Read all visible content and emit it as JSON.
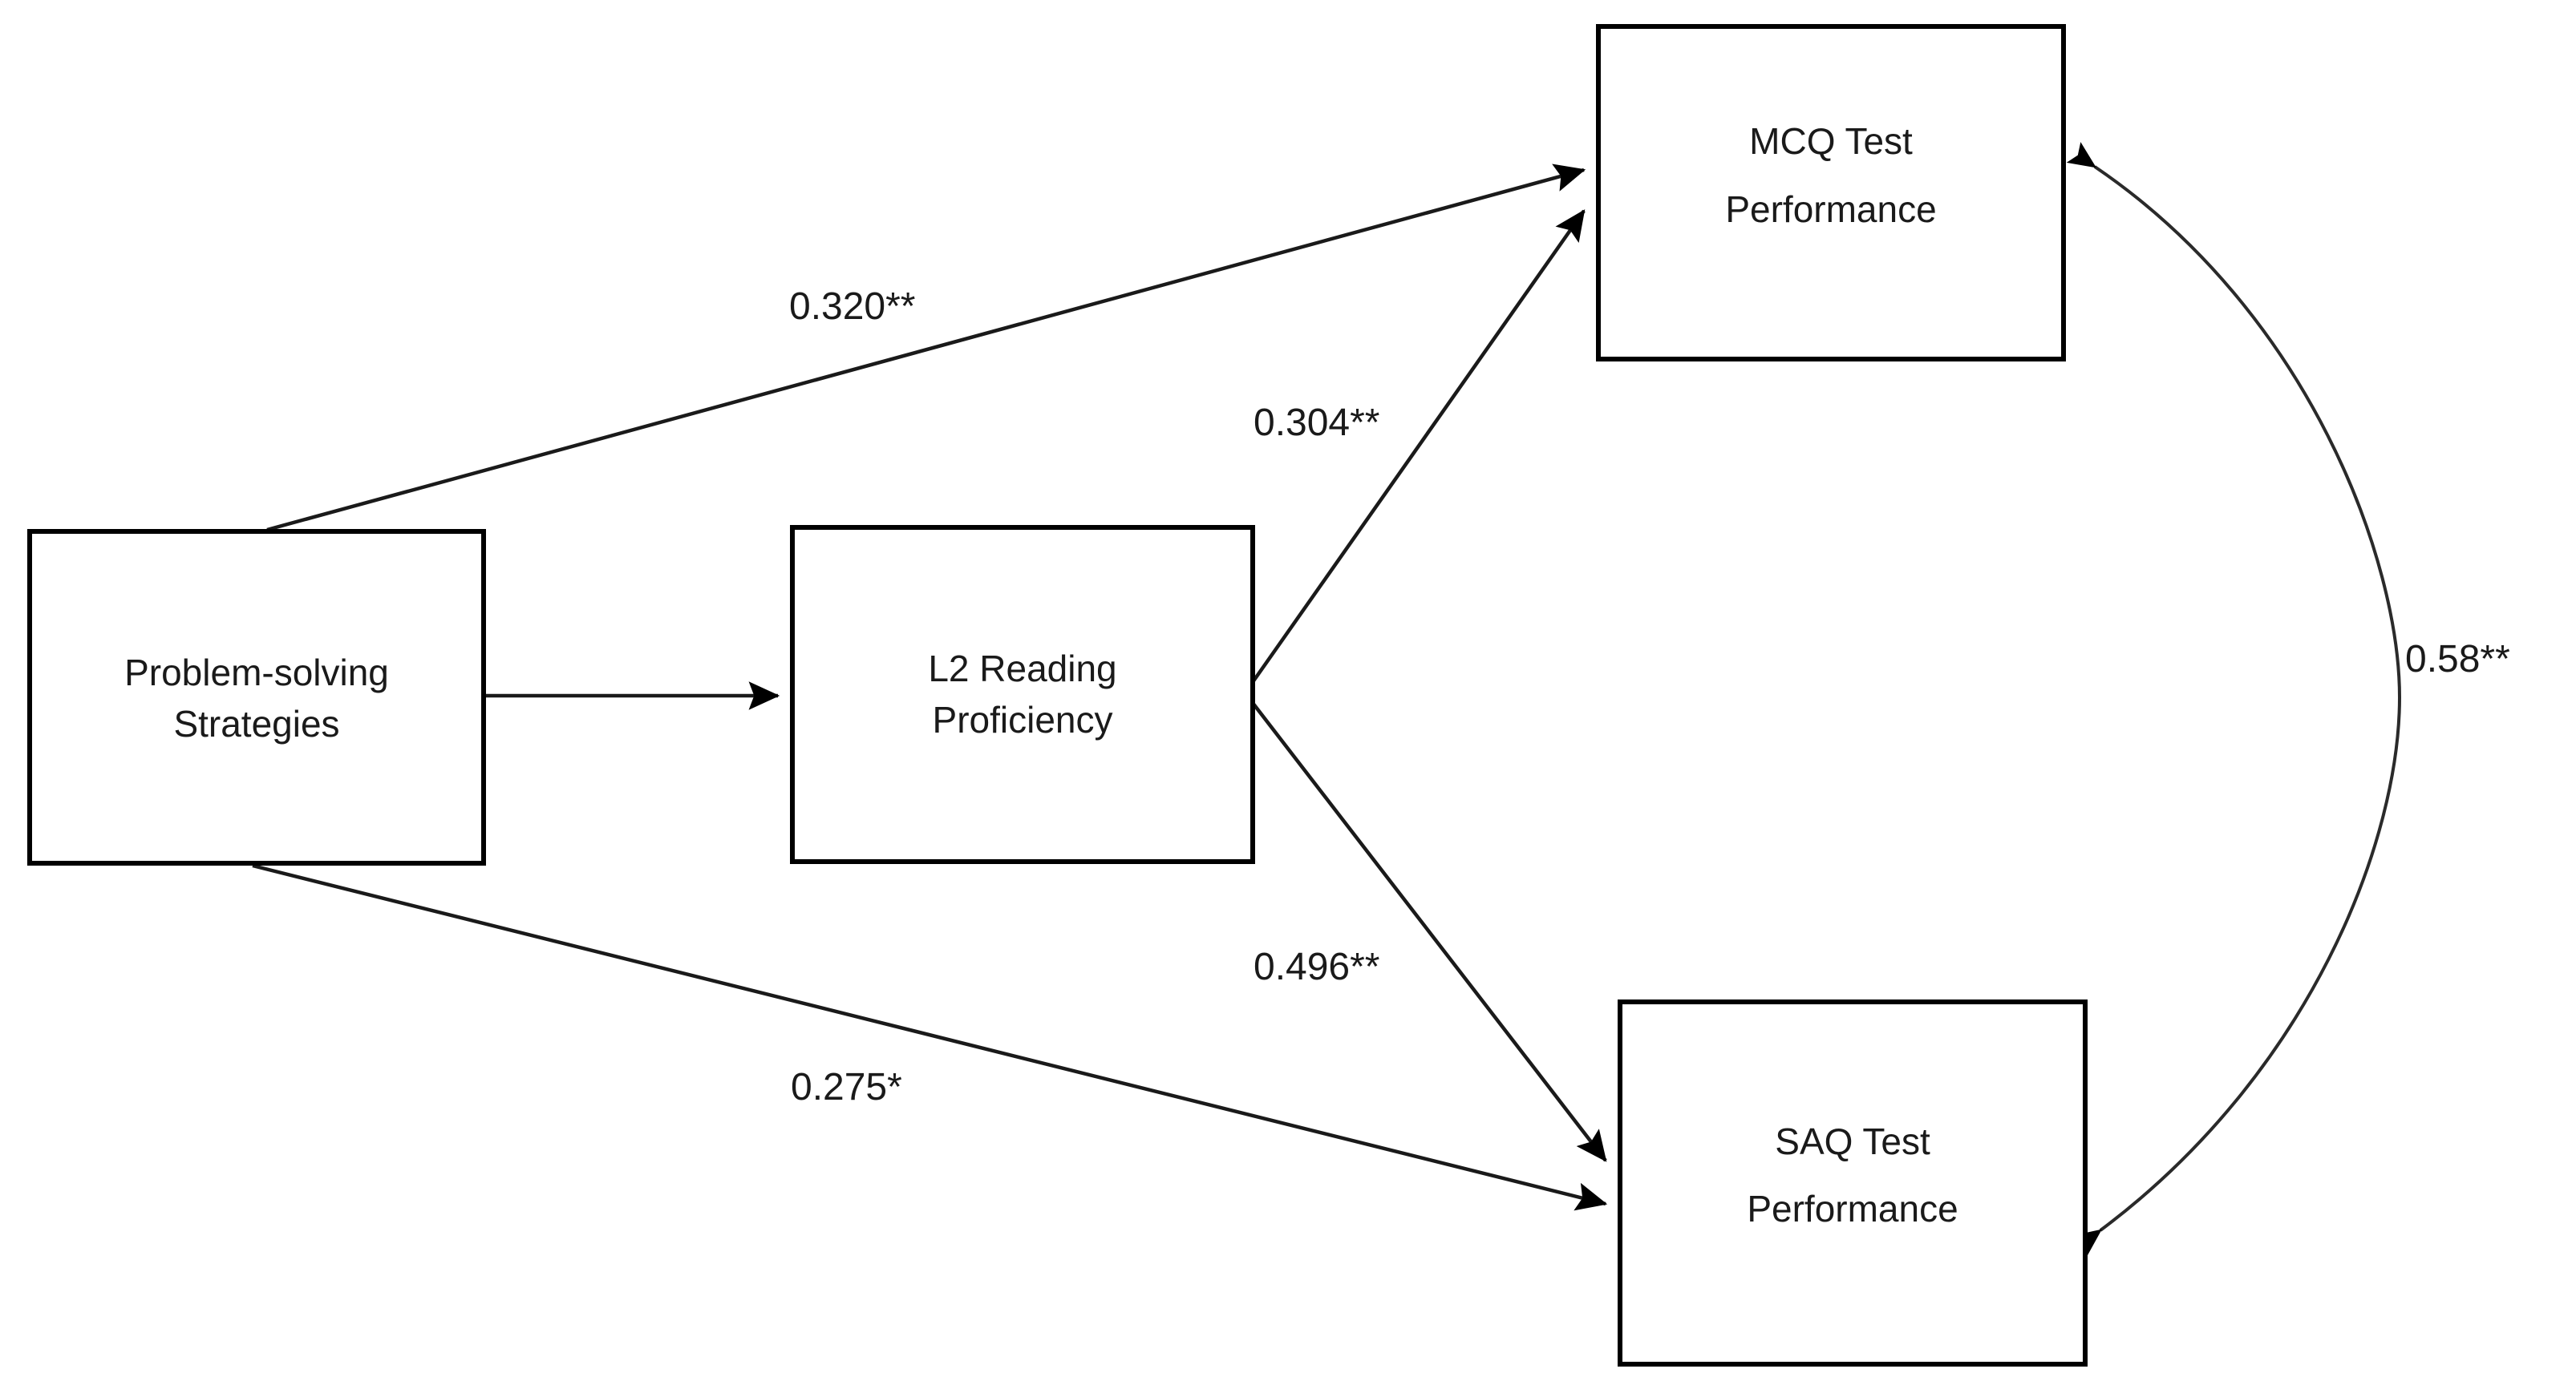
{
  "diagram": {
    "type": "path-analysis-model",
    "background_color": "#ffffff",
    "line_color": "#1a1a1a",
    "box_stroke_color": "#000000",
    "text_color": "#1a1a1a",
    "nodes": [
      {
        "id": "problem-solving-strategies",
        "line1": "Problem-solving",
        "line2": "Strategies",
        "role": "exogenous-predictor"
      },
      {
        "id": "l2-reading-proficiency",
        "line1": "L2 Reading",
        "line2": "Proficiency",
        "role": "mediator"
      },
      {
        "id": "mcq-test-performance",
        "line1": "MCQ Test",
        "line2": "Performance",
        "role": "outcome"
      },
      {
        "id": "saq-test-performance",
        "line1": "SAQ Test",
        "line2": "Performance",
        "role": "outcome"
      }
    ],
    "paths": [
      {
        "id": "pss-to-mcq",
        "from": "problem-solving-strategies",
        "to": "mcq-test-performance",
        "coefficient": "0.320**",
        "value": 0.32,
        "significance": "**",
        "arrow": "single"
      },
      {
        "id": "pss-to-l2",
        "from": "problem-solving-strategies",
        "to": "l2-reading-proficiency",
        "coefficient": "",
        "value": null,
        "significance": "",
        "arrow": "single"
      },
      {
        "id": "pss-to-saq",
        "from": "problem-solving-strategies",
        "to": "saq-test-performance",
        "coefficient": "0.275*",
        "value": 0.275,
        "significance": "*",
        "arrow": "single"
      },
      {
        "id": "l2-to-mcq",
        "from": "l2-reading-proficiency",
        "to": "mcq-test-performance",
        "coefficient": "0.304**",
        "value": 0.304,
        "significance": "**",
        "arrow": "single"
      },
      {
        "id": "l2-to-saq",
        "from": "l2-reading-proficiency",
        "to": "saq-test-performance",
        "coefficient": "0.496**",
        "value": 0.496,
        "significance": "**",
        "arrow": "single"
      },
      {
        "id": "mcq-saq-covariance",
        "from": "mcq-test-performance",
        "to": "saq-test-performance",
        "coefficient": "0.58**",
        "value": 0.58,
        "significance": "**",
        "arrow": "double-curved"
      }
    ]
  }
}
